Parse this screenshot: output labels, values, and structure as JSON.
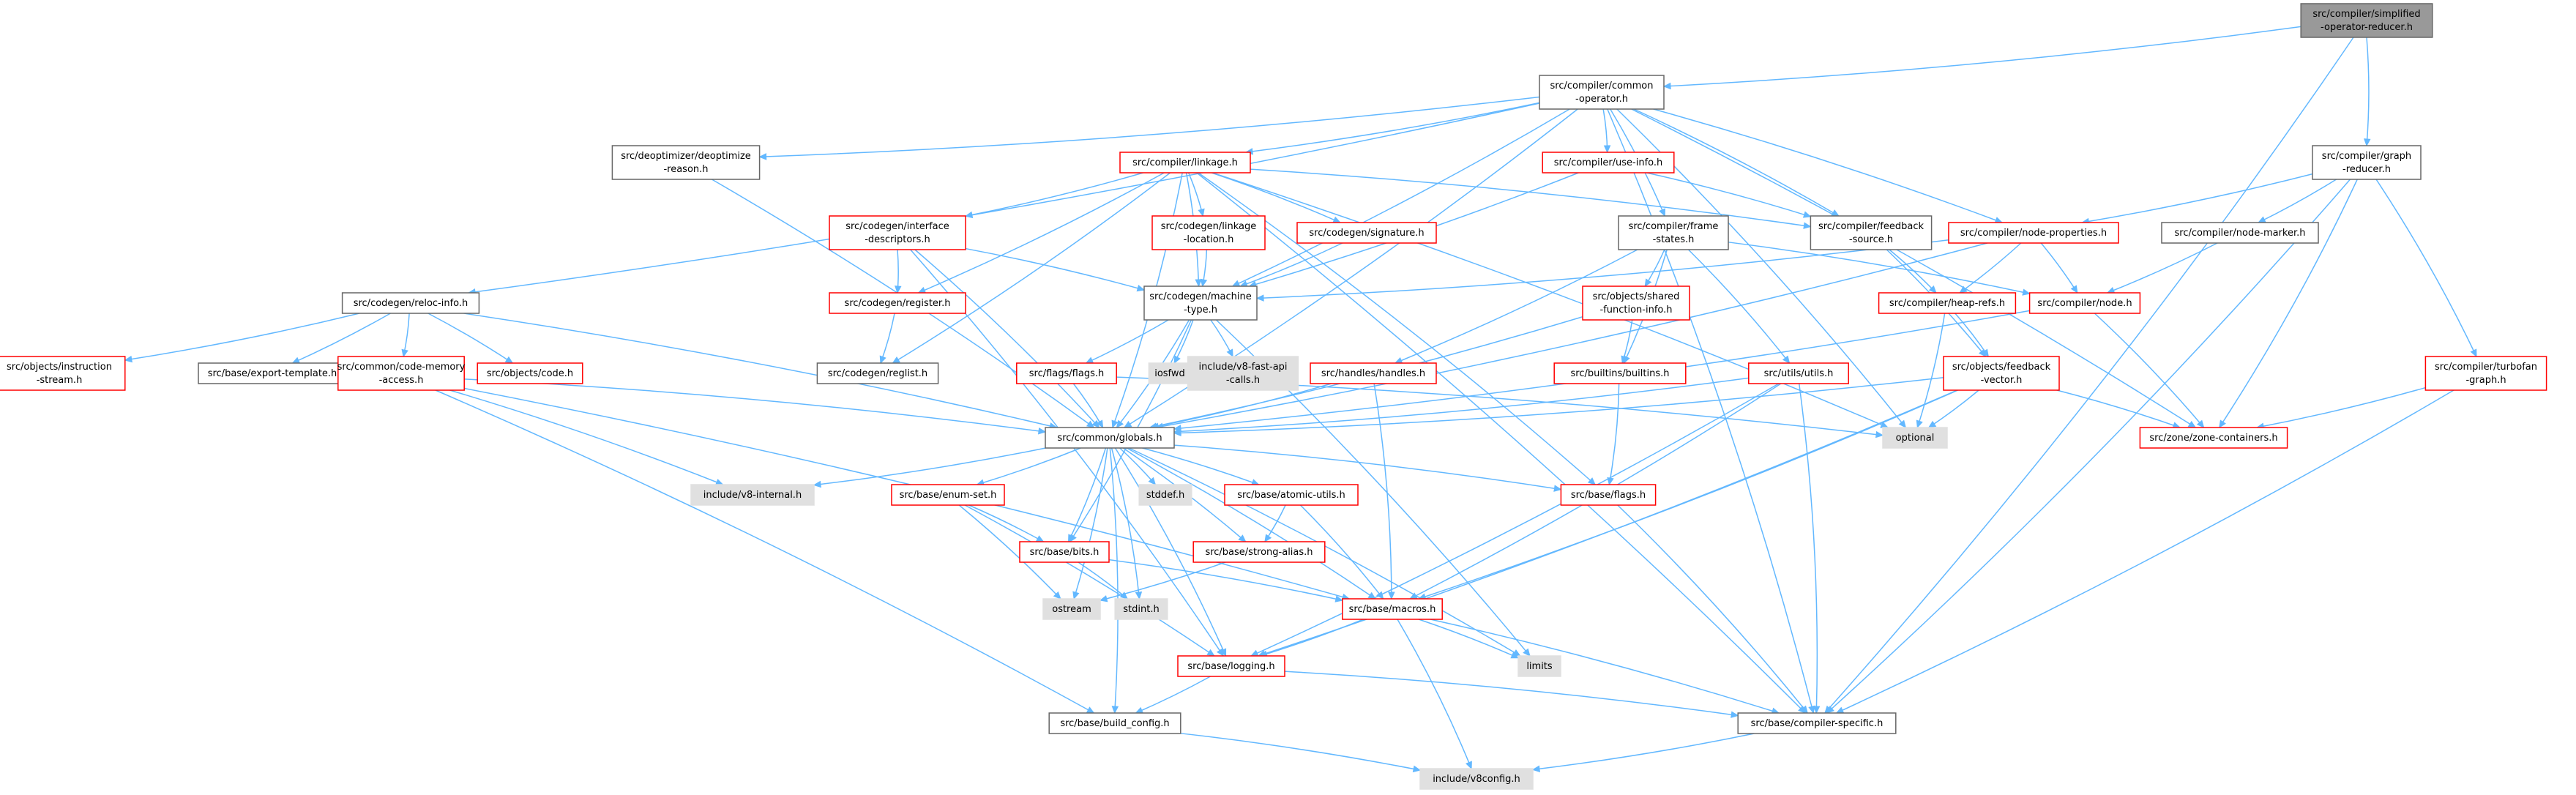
{
  "colors": {
    "edge": "#63b8ff",
    "node_border_black": "#666666",
    "node_border_red": "#ff0000",
    "node_fill_white": "#ffffff",
    "node_fill_gray": "#e0e0e0",
    "node_fill_root": "#999999"
  },
  "nodes": [
    {
      "id": "simplified_operator_reducer",
      "lines": [
        "src/compiler/simplified",
        "-operator-reducer.h"
      ],
      "style": "root"
    },
    {
      "id": "common_operator",
      "lines": [
        "src/compiler/common",
        "-operator.h"
      ],
      "style": "black"
    },
    {
      "id": "graph_reducer",
      "lines": [
        "src/compiler/graph",
        "-reducer.h"
      ],
      "style": "black"
    },
    {
      "id": "deoptimize_reason",
      "lines": [
        "src/deoptimizer/deoptimize",
        "-reason.h"
      ],
      "style": "black"
    },
    {
      "id": "linkage",
      "lines": [
        "src/compiler/linkage.h"
      ],
      "style": "red"
    },
    {
      "id": "use_info",
      "lines": [
        "src/compiler/use-info.h"
      ],
      "style": "red"
    },
    {
      "id": "node_properties",
      "lines": [
        "src/compiler/node-properties.h"
      ],
      "style": "red"
    },
    {
      "id": "node_marker",
      "lines": [
        "src/compiler/node-marker.h"
      ],
      "style": "black"
    },
    {
      "id": "interface_descriptors",
      "lines": [
        "src/codegen/interface",
        "-descriptors.h"
      ],
      "style": "red"
    },
    {
      "id": "linkage_location",
      "lines": [
        "src/codegen/linkage",
        "-location.h"
      ],
      "style": "red"
    },
    {
      "id": "signature",
      "lines": [
        "src/codegen/signature.h"
      ],
      "style": "red"
    },
    {
      "id": "frame_states",
      "lines": [
        "src/compiler/frame",
        "-states.h"
      ],
      "style": "black"
    },
    {
      "id": "feedback_source",
      "lines": [
        "src/compiler/feedback",
        "-source.h"
      ],
      "style": "black"
    },
    {
      "id": "reloc_info",
      "lines": [
        "src/codegen/reloc-info.h"
      ],
      "style": "black"
    },
    {
      "id": "machine_type",
      "lines": [
        "src/codegen/machine",
        "-type.h"
      ],
      "style": "black"
    },
    {
      "id": "register",
      "lines": [
        "src/codegen/register.h"
      ],
      "style": "red"
    },
    {
      "id": "shared_function_info",
      "lines": [
        "src/objects/shared",
        "-function-info.h"
      ],
      "style": "red"
    },
    {
      "id": "heap_refs",
      "lines": [
        "src/compiler/heap-refs.h"
      ],
      "style": "red"
    },
    {
      "id": "node",
      "lines": [
        "src/compiler/node.h"
      ],
      "style": "red"
    },
    {
      "id": "instruction_stream",
      "lines": [
        "src/objects/instruction",
        "-stream.h"
      ],
      "style": "red"
    },
    {
      "id": "export_template",
      "lines": [
        "src/base/export-template.h"
      ],
      "style": "black"
    },
    {
      "id": "code_memory_access",
      "lines": [
        "src/common/code-memory",
        "-access.h"
      ],
      "style": "red"
    },
    {
      "id": "objects_code",
      "lines": [
        "src/objects/code.h"
      ],
      "style": "red"
    },
    {
      "id": "reglist",
      "lines": [
        "src/codegen/reglist.h"
      ],
      "style": "black"
    },
    {
      "id": "flags_flags",
      "lines": [
        "src/flags/flags.h"
      ],
      "style": "red"
    },
    {
      "id": "iosfwd",
      "lines": [
        "iosfwd"
      ],
      "style": "gray"
    },
    {
      "id": "v8_fast_api_calls",
      "lines": [
        "include/v8-fast-api",
        "-calls.h"
      ],
      "style": "gray"
    },
    {
      "id": "handles",
      "lines": [
        "src/handles/handles.h"
      ],
      "style": "red"
    },
    {
      "id": "builtins",
      "lines": [
        "src/builtins/builtins.h"
      ],
      "style": "red"
    },
    {
      "id": "utils",
      "lines": [
        "src/utils/utils.h"
      ],
      "style": "red"
    },
    {
      "id": "feedback_vector",
      "lines": [
        "src/objects/feedback",
        "-vector.h"
      ],
      "style": "red"
    },
    {
      "id": "turbofan_graph",
      "lines": [
        "src/compiler/turbofan",
        "-graph.h"
      ],
      "style": "red"
    },
    {
      "id": "globals",
      "lines": [
        "src/common/globals.h"
      ],
      "style": "black"
    },
    {
      "id": "optional",
      "lines": [
        "optional"
      ],
      "style": "gray"
    },
    {
      "id": "zone_containers",
      "lines": [
        "src/zone/zone-containers.h"
      ],
      "style": "red"
    },
    {
      "id": "v8_internal",
      "lines": [
        "include/v8-internal.h"
      ],
      "style": "gray"
    },
    {
      "id": "enum_set",
      "lines": [
        "src/base/enum-set.h"
      ],
      "style": "red"
    },
    {
      "id": "stddef",
      "lines": [
        "stddef.h"
      ],
      "style": "gray"
    },
    {
      "id": "atomic_utils",
      "lines": [
        "src/base/atomic-utils.h"
      ],
      "style": "red"
    },
    {
      "id": "base_flags",
      "lines": [
        "src/base/flags.h"
      ],
      "style": "red"
    },
    {
      "id": "bits",
      "lines": [
        "src/base/bits.h"
      ],
      "style": "red"
    },
    {
      "id": "strong_alias",
      "lines": [
        "src/base/strong-alias.h"
      ],
      "style": "red"
    },
    {
      "id": "ostream",
      "lines": [
        "ostream"
      ],
      "style": "gray"
    },
    {
      "id": "stdint",
      "lines": [
        "stdint.h"
      ],
      "style": "gray"
    },
    {
      "id": "macros",
      "lines": [
        "src/base/macros.h"
      ],
      "style": "red"
    },
    {
      "id": "limits",
      "lines": [
        "limits"
      ],
      "style": "gray"
    },
    {
      "id": "logging",
      "lines": [
        "src/base/logging.h"
      ],
      "style": "red"
    },
    {
      "id": "build_config",
      "lines": [
        "src/base/build_config.h"
      ],
      "style": "black"
    },
    {
      "id": "compiler_specific",
      "lines": [
        "src/base/compiler-specific.h"
      ],
      "style": "black"
    },
    {
      "id": "v8config",
      "lines": [
        "include/v8config.h"
      ],
      "style": "gray"
    }
  ],
  "edges": [
    [
      "simplified_operator_reducer",
      "common_operator"
    ],
    [
      "simplified_operator_reducer",
      "graph_reducer"
    ],
    [
      "simplified_operator_reducer",
      "compiler_specific"
    ],
    [
      "common_operator",
      "deoptimize_reason"
    ],
    [
      "common_operator",
      "linkage"
    ],
    [
      "common_operator",
      "use_info"
    ],
    [
      "common_operator",
      "frame_states"
    ],
    [
      "common_operator",
      "feedback_source"
    ],
    [
      "common_operator",
      "node_properties"
    ],
    [
      "common_operator",
      "reloc_info"
    ],
    [
      "common_operator",
      "machine_type"
    ],
    [
      "common_operator",
      "globals"
    ],
    [
      "common_operator",
      "zone_containers"
    ],
    [
      "common_operator",
      "optional"
    ],
    [
      "common_operator",
      "compiler_specific"
    ],
    [
      "graph_reducer",
      "node_properties"
    ],
    [
      "graph_reducer",
      "node_marker"
    ],
    [
      "graph_reducer",
      "turbofan_graph"
    ],
    [
      "graph_reducer",
      "zone_containers"
    ],
    [
      "graph_reducer",
      "compiler_specific"
    ],
    [
      "deoptimize_reason",
      "globals"
    ],
    [
      "linkage",
      "interface_descriptors"
    ],
    [
      "linkage",
      "linkage_location"
    ],
    [
      "linkage",
      "signature"
    ],
    [
      "linkage",
      "register"
    ],
    [
      "linkage",
      "reglist"
    ],
    [
      "linkage",
      "machine_type"
    ],
    [
      "linkage",
      "feedback_source"
    ],
    [
      "linkage",
      "globals"
    ],
    [
      "linkage",
      "base_flags"
    ],
    [
      "linkage",
      "optional"
    ],
    [
      "linkage",
      "compiler_specific"
    ],
    [
      "use_info",
      "machine_type"
    ],
    [
      "use_info",
      "feedback_source"
    ],
    [
      "node_properties",
      "heap_refs"
    ],
    [
      "node_properties",
      "node"
    ],
    [
      "node_properties",
      "machine_type"
    ],
    [
      "node_properties",
      "globals"
    ],
    [
      "node_marker",
      "node"
    ],
    [
      "interface_descriptors",
      "register"
    ],
    [
      "interface_descriptors",
      "machine_type"
    ],
    [
      "interface_descriptors",
      "globals"
    ],
    [
      "interface_descriptors",
      "logging"
    ],
    [
      "linkage_location",
      "machine_type"
    ],
    [
      "signature",
      "machine_type"
    ],
    [
      "frame_states",
      "shared_function_info"
    ],
    [
      "frame_states",
      "builtins"
    ],
    [
      "frame_states",
      "handles"
    ],
    [
      "frame_states",
      "utils"
    ],
    [
      "frame_states",
      "node"
    ],
    [
      "feedback_source",
      "heap_refs"
    ],
    [
      "feedback_source",
      "feedback_vector"
    ],
    [
      "reloc_info",
      "instruction_stream"
    ],
    [
      "reloc_info",
      "export_template"
    ],
    [
      "reloc_info",
      "code_memory_access"
    ],
    [
      "reloc_info",
      "objects_code"
    ],
    [
      "reloc_info",
      "globals"
    ],
    [
      "machine_type",
      "flags_flags"
    ],
    [
      "machine_type",
      "iosfwd"
    ],
    [
      "machine_type",
      "v8_fast_api_calls"
    ],
    [
      "machine_type",
      "globals"
    ],
    [
      "machine_type",
      "bits"
    ],
    [
      "machine_type",
      "limits"
    ],
    [
      "register",
      "reglist"
    ],
    [
      "shared_function_info",
      "builtins"
    ],
    [
      "shared_function_info",
      "globals"
    ],
    [
      "heap_refs",
      "feedback_vector"
    ],
    [
      "heap_refs",
      "optional"
    ],
    [
      "node",
      "globals"
    ],
    [
      "node",
      "zone_containers"
    ],
    [
      "code_memory_access",
      "v8_internal"
    ],
    [
      "code_memory_access",
      "globals"
    ],
    [
      "code_memory_access",
      "build_config"
    ],
    [
      "code_memory_access",
      "macros"
    ],
    [
      "flags_flags",
      "globals"
    ],
    [
      "flags_flags",
      "optional"
    ],
    [
      "handles",
      "globals"
    ],
    [
      "handles",
      "macros"
    ],
    [
      "builtins",
      "base_flags"
    ],
    [
      "utils",
      "globals"
    ],
    [
      "utils",
      "macros"
    ],
    [
      "utils",
      "logging"
    ],
    [
      "utils",
      "compiler_specific"
    ],
    [
      "feedback_vector",
      "zone_containers"
    ],
    [
      "feedback_vector",
      "globals"
    ],
    [
      "feedback_vector",
      "optional"
    ],
    [
      "feedback_vector",
      "macros"
    ],
    [
      "feedback_vector",
      "logging"
    ],
    [
      "turbofan_graph",
      "zone_containers"
    ],
    [
      "turbofan_graph",
      "compiler_specific"
    ],
    [
      "globals",
      "v8_internal"
    ],
    [
      "globals",
      "enum_set"
    ],
    [
      "globals",
      "stddef"
    ],
    [
      "globals",
      "atomic_utils"
    ],
    [
      "globals",
      "base_flags"
    ],
    [
      "globals",
      "ostream"
    ],
    [
      "globals",
      "stdint"
    ],
    [
      "globals",
      "macros"
    ],
    [
      "globals",
      "limits"
    ],
    [
      "globals",
      "logging"
    ],
    [
      "globals",
      "build_config"
    ],
    [
      "globals",
      "bits"
    ],
    [
      "globals",
      "strong_alias"
    ],
    [
      "enum_set",
      "bits"
    ],
    [
      "enum_set",
      "ostream"
    ],
    [
      "enum_set",
      "logging"
    ],
    [
      "atomic_utils",
      "strong_alias"
    ],
    [
      "atomic_utils",
      "macros"
    ],
    [
      "base_flags",
      "compiler_specific"
    ],
    [
      "bits",
      "stdint"
    ],
    [
      "bits",
      "macros"
    ],
    [
      "strong_alias",
      "ostream"
    ],
    [
      "macros",
      "limits"
    ],
    [
      "macros",
      "logging"
    ],
    [
      "macros",
      "compiler_specific"
    ],
    [
      "macros",
      "v8config"
    ],
    [
      "logging",
      "build_config"
    ],
    [
      "logging",
      "compiler_specific"
    ],
    [
      "build_config",
      "v8config"
    ],
    [
      "compiler_specific",
      "v8config"
    ]
  ]
}
